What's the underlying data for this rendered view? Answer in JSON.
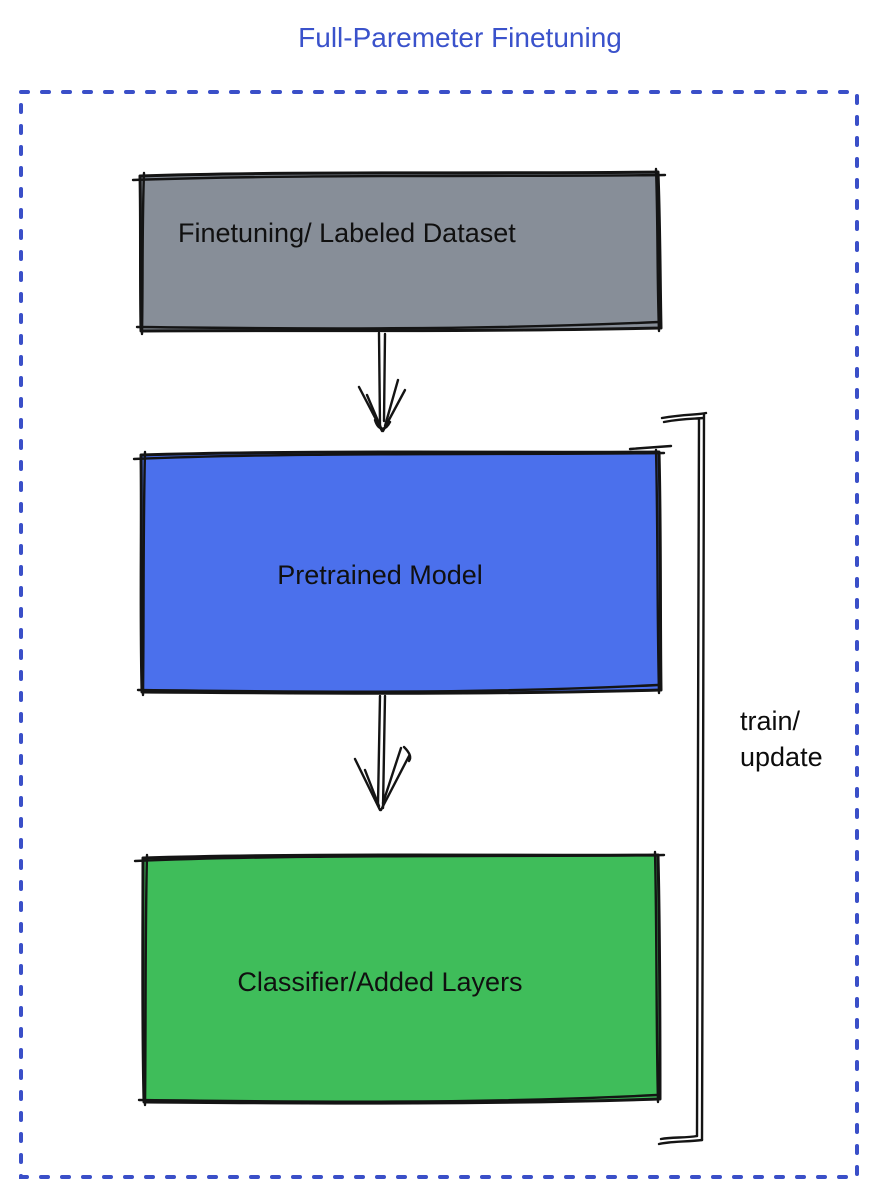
{
  "title": {
    "text": "Full-Paremeter Finetuning",
    "color": "#3a52cb"
  },
  "frame": {
    "style": "dotted",
    "color": "#3a4fc8"
  },
  "ink_color": "#141414",
  "boxes": [
    {
      "name": "finetuning-dataset",
      "label": "Finetuning/ Labeled Dataset",
      "fill": "#878e98",
      "border": "#141414"
    },
    {
      "name": "pretrained-model",
      "label": "Pretrained Model",
      "fill": "#4b70ec",
      "border": "#141414"
    },
    {
      "name": "classifier-added-layers",
      "label": "Classifier/Added Layers",
      "fill": "#3fbd5a",
      "border": "#141414"
    }
  ],
  "connectors": [
    {
      "name": "arrow-dataset-to-pretrained",
      "type": "arrow-down"
    },
    {
      "name": "arrow-pretrained-to-classifier",
      "type": "arrow-down"
    },
    {
      "name": "train-update-bracket",
      "type": "bracket",
      "label": "train/\nupdate"
    }
  ]
}
